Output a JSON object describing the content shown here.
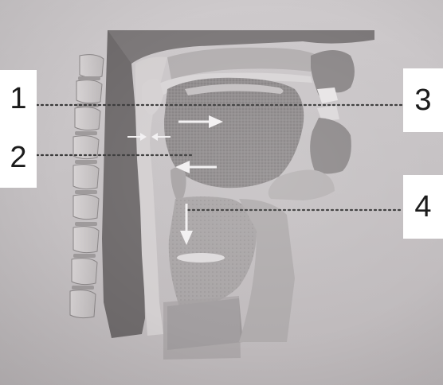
{
  "labels": {
    "one": "1",
    "two": "2",
    "three": "3",
    "four": "4"
  },
  "colors": {
    "background": "#c9c5c7",
    "tissue_dark": "#6e6a6b",
    "tissue_mid": "#9a9697",
    "tissue_light": "#bcb8b9",
    "airway": "#d9d6d7",
    "arrow": "#f2f0f1",
    "label_box": "#ffffff",
    "dotted_line": "#3a3a3a"
  },
  "icons": {
    "arrow": "white-arrow",
    "leader_line": "dotted-line"
  }
}
